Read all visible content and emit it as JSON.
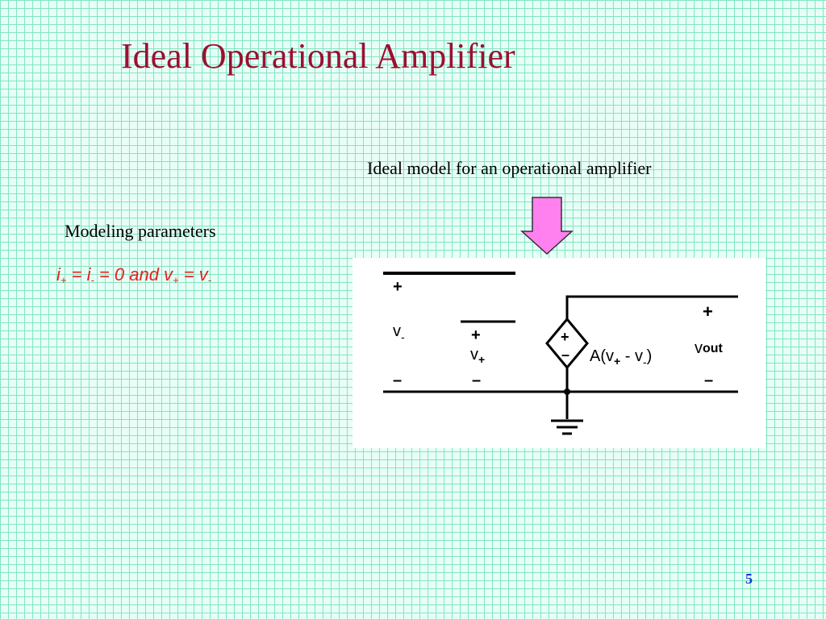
{
  "slide": {
    "title": "Ideal Operational Amplifier",
    "model_caption": "Ideal model for an operational amplifier",
    "params_label": "Modeling parameters",
    "equation": {
      "i_plus": "i",
      "i_plus_sub": "+",
      "eq1": " = ",
      "i_minus": "i",
      "i_minus_sub": "-",
      "eq2": " = 0 and ",
      "v_plus": "v",
      "v_plus_sub": "+",
      "eq3": " = ",
      "v_minus": "v",
      "v_minus_sub": "-"
    },
    "page_number": "5",
    "colors": {
      "title": "#9b1030",
      "equation": "#e8201a",
      "page_number": "#1b2fd6",
      "arrow_fill": "#ff80ef",
      "grid": "#7fe6c2"
    }
  },
  "diagram": {
    "input_minus_plus": "+",
    "input_minus_v": "v",
    "input_minus_sub": "-",
    "input_minus_minus": "–",
    "input_plus_plus": "+",
    "input_plus_v": "v",
    "input_plus_sub": "+",
    "input_plus_minus": "–",
    "source_plus": "+",
    "source_minus": "–",
    "gain_expr_a": "A(v",
    "gain_expr_sub1": "+",
    "gain_expr_mid": " - v",
    "gain_expr_sub2": "-",
    "gain_expr_close": ")",
    "out_plus": "+",
    "out_v": "v",
    "out_sub": "out",
    "out_minus": "–"
  }
}
